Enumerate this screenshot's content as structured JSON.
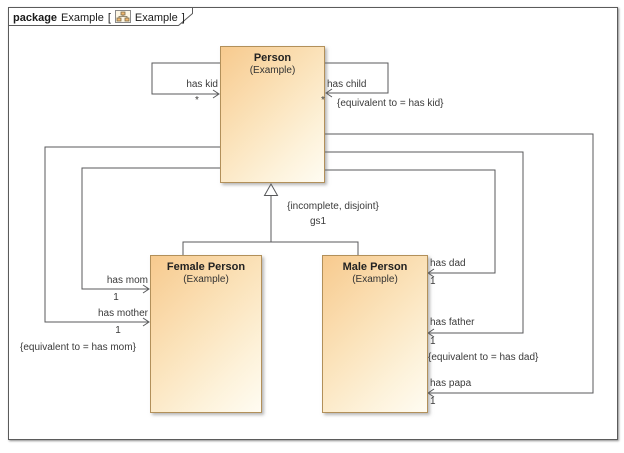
{
  "frame": {
    "kind_label": "package",
    "name": "Example",
    "bracket_open": "[",
    "diagram_name": "Example",
    "bracket_close": "]"
  },
  "classes": {
    "person": {
      "name": "Person",
      "stereotype": "(Example)"
    },
    "female": {
      "name": "Female Person",
      "stereotype": "(Example)"
    },
    "male": {
      "name": "Male Person",
      "stereotype": "(Example)"
    }
  },
  "associations": {
    "has_kid": {
      "label": "has kid",
      "multiplicity": "*"
    },
    "has_child": {
      "label": "has child",
      "multiplicity": "*",
      "constraint": "{equivalent to = has kid}"
    },
    "has_mom": {
      "label": "has mom",
      "multiplicity": "1"
    },
    "has_mother": {
      "label": "has mother",
      "multiplicity": "1",
      "constraint": "{equivalent to = has mom}"
    },
    "has_dad": {
      "label": "has dad",
      "multiplicity": "1"
    },
    "has_father": {
      "label": "has father",
      "multiplicity": "1",
      "constraint": "{equivalent to = has dad}"
    },
    "has_papa": {
      "label": "has papa",
      "multiplicity": "1"
    }
  },
  "generalization": {
    "constraint": "{incomplete, disjoint}",
    "name": "gs1"
  },
  "colors": {
    "class_fill_start": "#f7ca8e",
    "class_fill_end": "#fffcf2",
    "class_border": "#b2905a",
    "line": "#58595b",
    "text": "#3a3a3a"
  }
}
